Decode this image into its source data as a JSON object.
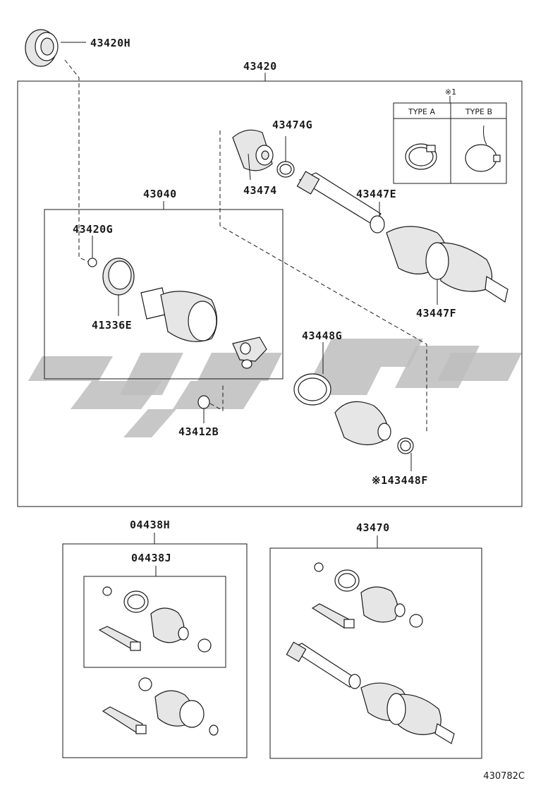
{
  "colors": {
    "line": "#1a1a1a",
    "watermark": "#bdbdbd",
    "background": "#ffffff"
  },
  "labels": {
    "p43420H": "43420H",
    "p43420": "43420",
    "p43474G": "43474G",
    "p43474": "43474",
    "p43447E": "43447E",
    "p43040": "43040",
    "p43420G": "43420G",
    "p41336E": "41336E",
    "p43447F": "43447F",
    "p43448G": "43448G",
    "p43412B": "43412B",
    "p43448F": "※143448F",
    "p04438H": "04438H",
    "p04438J": "04438J",
    "p43470": "43470"
  },
  "inset": {
    "note": "※1",
    "type_a": "TYPE A",
    "type_b": "TYPE B"
  },
  "figure_code": "430782C"
}
